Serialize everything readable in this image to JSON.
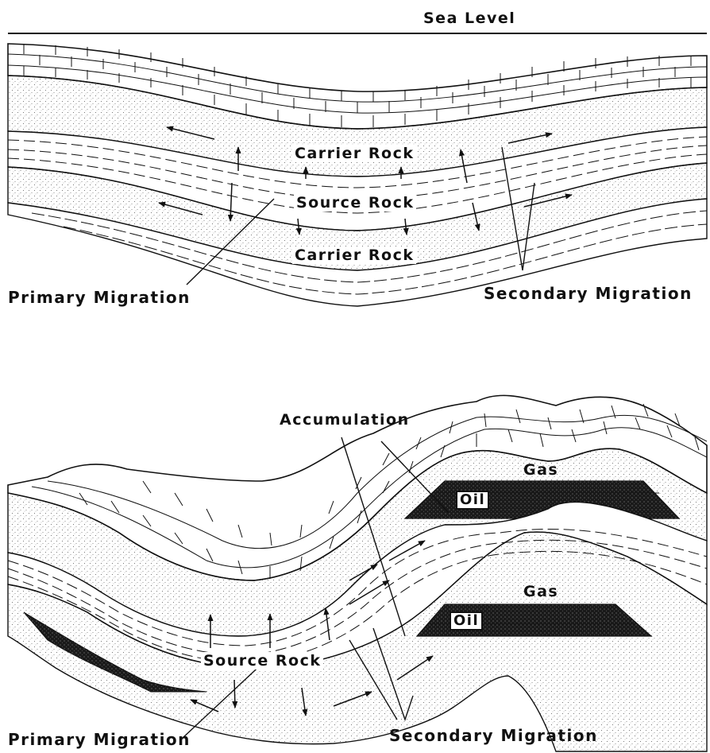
{
  "top_panel": {
    "sea_level": "Sea Level",
    "carrier_rock_upper": "Carrier Rock",
    "source_rock": "Source Rock",
    "carrier_rock_lower": "Carrier Rock",
    "primary_migration": "Primary Migration",
    "secondary_migration": "Secondary Migration"
  },
  "bottom_panel": {
    "accumulation": "Accumulation",
    "gas_upper": "Gas",
    "oil_upper": "Oil",
    "gas_lower": "Gas",
    "oil_lower": "Oil",
    "source_rock": "Source Rock",
    "primary_migration": "Primary Migration",
    "secondary_migration": "Secondary Migration"
  }
}
